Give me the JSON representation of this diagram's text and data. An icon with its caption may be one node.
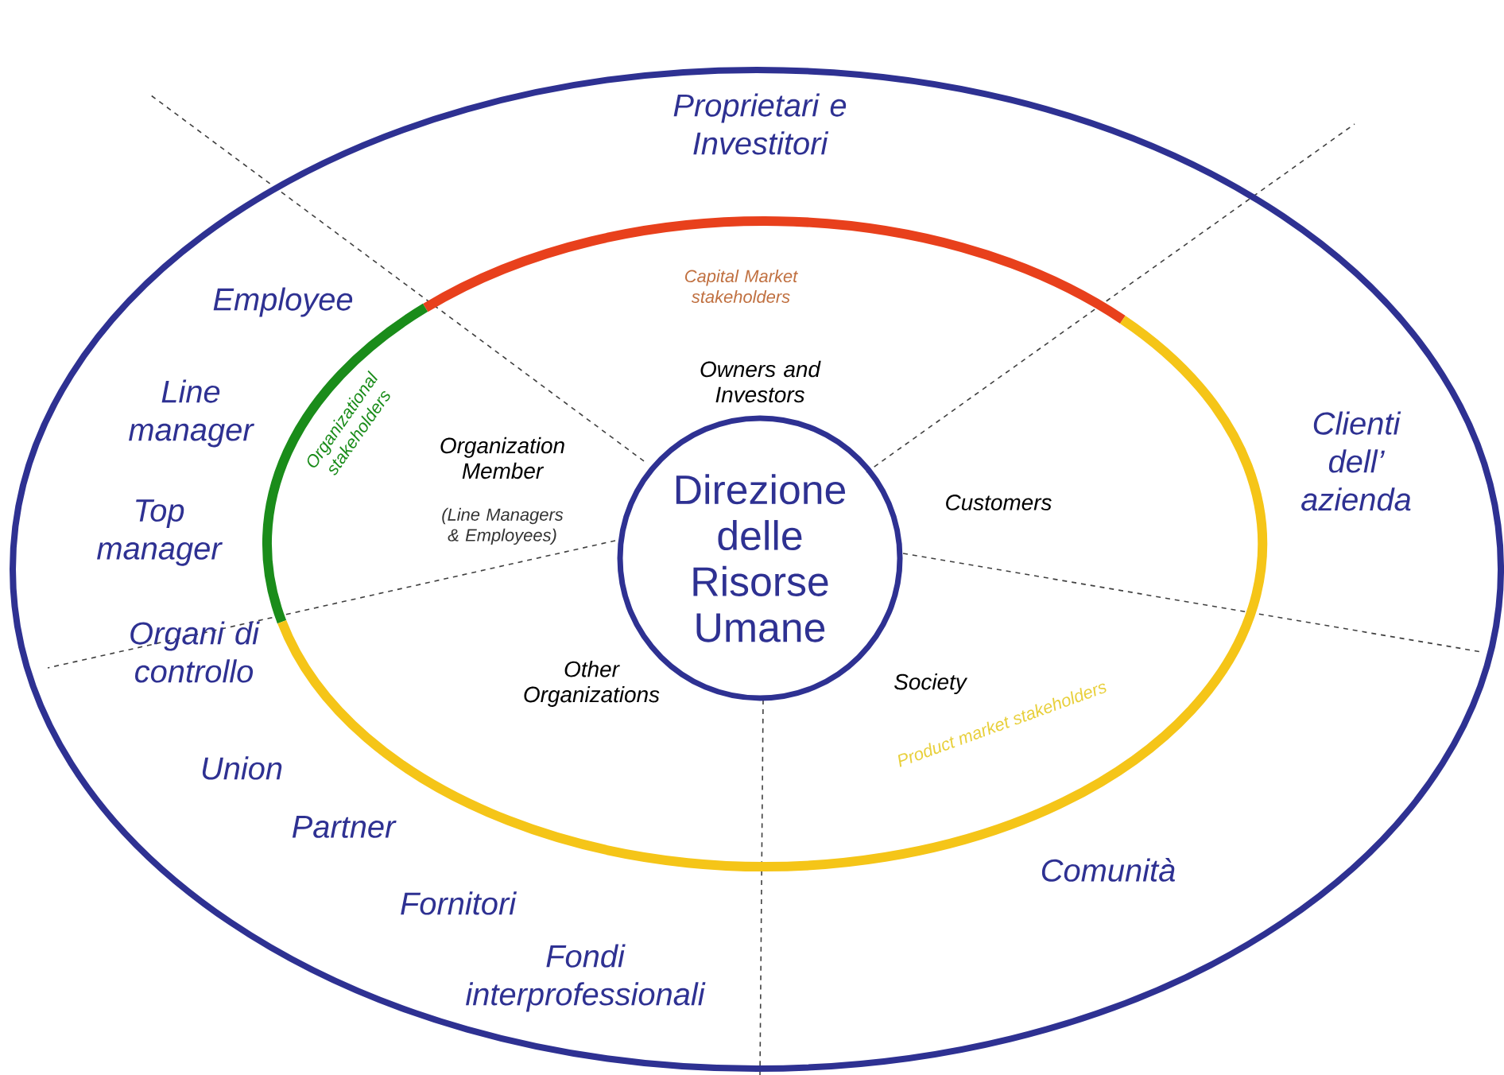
{
  "diagram": {
    "nodes": [
      {
        "text": [],
        "shape": "ellipse"
      },
      {
        "text": [],
        "shape": "ellipse",
        "in": 0
      },
      {
        "text": [
          "Direzione delle Risorse Umane"
        ],
        "in": 1
      }
    ],
    "labels": [
      "Proprietari e Investitori",
      "Capital Market stakeholders",
      "Employee",
      "Owners and Investors",
      "Line manager",
      "Organizational stakeholders",
      "Organization Member",
      "(Line Managers & Employees)",
      "Customers",
      "Clienti dell’ azienda",
      "Top manager",
      "Organi di controllo",
      "Other Organizations",
      "Society",
      "Product market stakeholders",
      "Union",
      "Partner",
      "Comunità",
      "Fornitori",
      "Fondi interprofessionali"
    ]
  }
}
